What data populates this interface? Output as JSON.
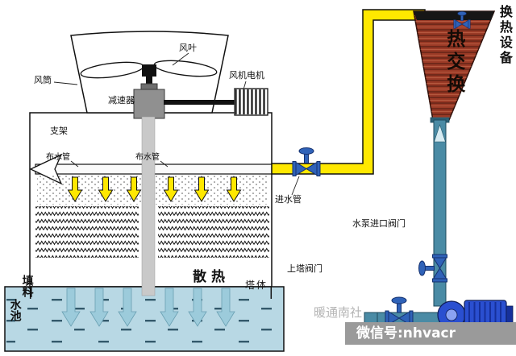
{
  "colors": {
    "pipe_yellow": "#ffe800",
    "pipe_teal": "#4a8ba5",
    "exchanger_red": "#9a3a26",
    "pool_blue": "#b8d8e4",
    "valve_blue": "#2f62b8",
    "pump_blue": "#2a4fd0"
  },
  "tower": {
    "fan_blade": "风叶",
    "fan_duct": "风筒",
    "fan_motor": "风机电机",
    "reducer": "减速器",
    "support": "支架",
    "dist_pipe_left": "布水管",
    "dist_pipe_right": "布水管",
    "filler": "填料",
    "heat_dissipation": "散热",
    "tower_body": "塔体",
    "pool": "水池"
  },
  "pipes": {
    "inlet_pipe": "进水管",
    "pump_inlet_valve": "水泵进口阀门",
    "upper_tower_valve": "上塔阀门"
  },
  "exchanger": {
    "label": "热交换",
    "equipment_label": "换热设备"
  },
  "watermark": {
    "brand": "暖通南社",
    "wechat": "微信号:nhvacr"
  }
}
